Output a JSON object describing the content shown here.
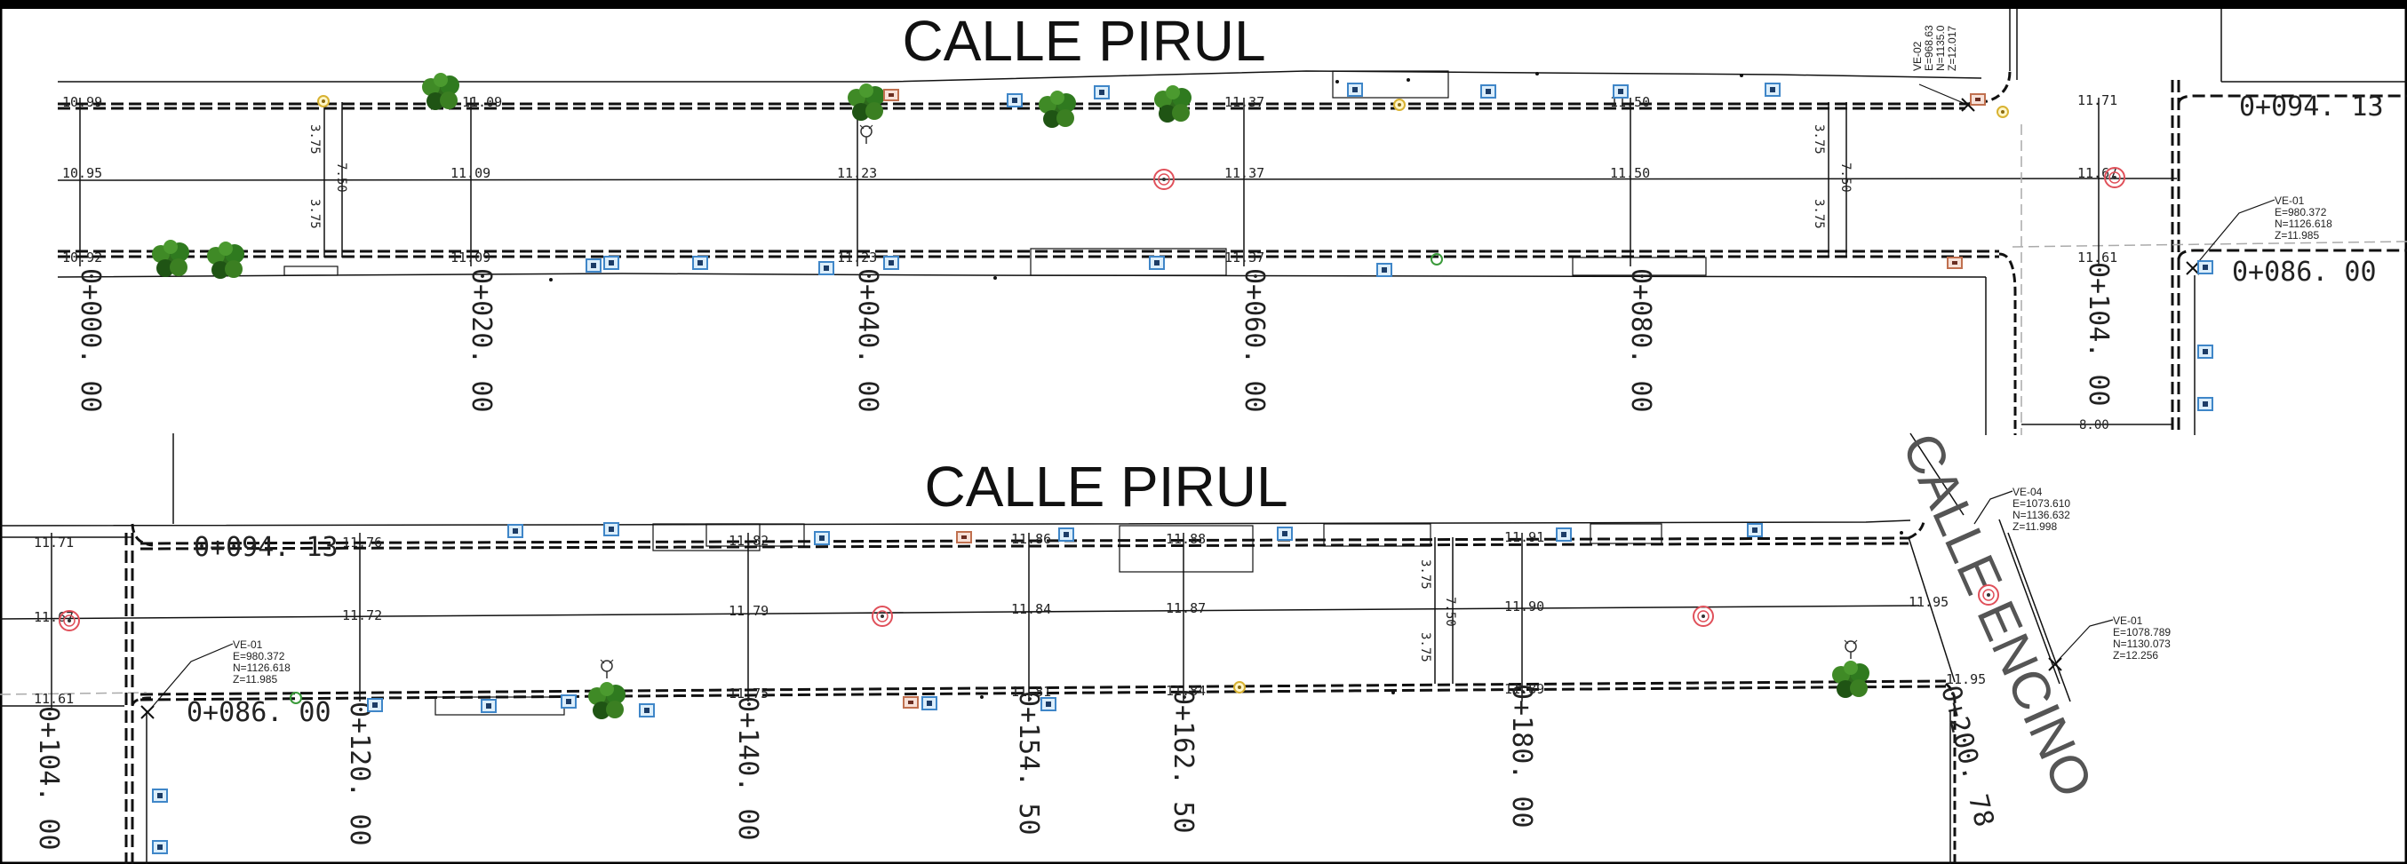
{
  "panels": [
    {
      "title": "CALLE PIRUL",
      "stations": [
        "0+000. 00",
        "0+020. 00",
        "0+040. 00",
        "0+060. 00",
        "0+080. 00",
        "0+104. 00"
      ],
      "right_station": "0+094. 13",
      "side_station": "0+086. 00",
      "elev_top": [
        "10.99",
        "11.09",
        "11.37",
        "11.50",
        "11.71"
      ],
      "elev_mid": [
        "10.95",
        "11.09",
        "11.23",
        "11.37",
        "11.50",
        "11.67"
      ],
      "elev_bot": [
        "10.92",
        "11.09",
        "11.23",
        "11.37",
        "11.61"
      ],
      "dims": [
        "3.75",
        "7.50",
        "3.75"
      ],
      "width_dim": "8.00",
      "ve_top": {
        "id": "VE-02",
        "e": "E=968.63",
        "n": "N=1135.0",
        "z": "Z=12.017"
      },
      "ve_right": {
        "id": "VE-01",
        "e": "E=980.372",
        "n": "N=1126.618",
        "z": "Z=11.985"
      }
    },
    {
      "title": "CALLE PIRUL",
      "stations": [
        "0+104. 00",
        "0+120. 00",
        "0+140. 00",
        "0+154. 50",
        "0+162. 50",
        "0+180. 00",
        "0+200. 78"
      ],
      "right_station": "0+094. 13",
      "side_station": "0+086. 00",
      "elev_top": [
        "11.71",
        "11.76",
        "11.82",
        "11.86",
        "11.88",
        "11.91"
      ],
      "elev_mid": [
        "11.67",
        "11.72",
        "11.79",
        "11.84",
        "11.87",
        "11.90",
        "11.95"
      ],
      "elev_bot": [
        "11.61",
        "11.75",
        "11.81",
        "11.84",
        "11.89",
        "11.95"
      ],
      "dims": [
        "3.75",
        "7.50",
        "3.75"
      ],
      "ve_left": {
        "id": "VE-01",
        "e": "E=980.372",
        "n": "N=1126.618",
        "z": "Z=11.985"
      },
      "ve_04": {
        "id": "VE-04",
        "e": "E=1073.610",
        "n": "N=1136.632",
        "z": "Z=11.998"
      },
      "ve_01b": {
        "id": "VE-01",
        "e": "E=1078.789",
        "n": "N=1130.073",
        "z": "Z=12.256"
      },
      "side_street": "CALLE ENCINO"
    }
  ]
}
